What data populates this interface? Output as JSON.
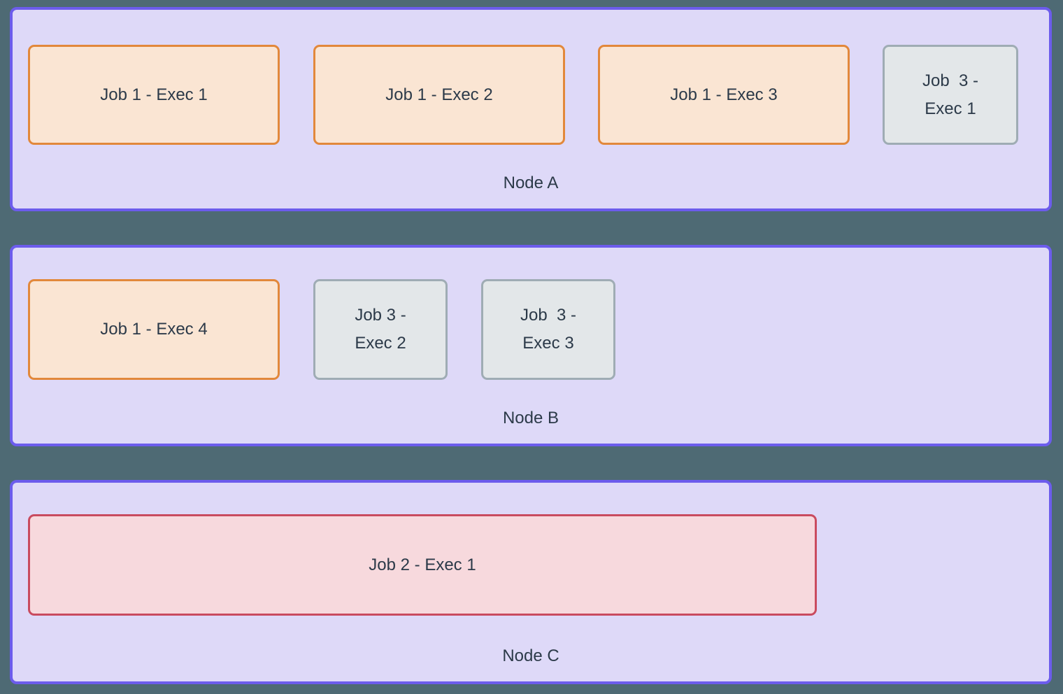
{
  "colors": {
    "page_background": "#4E6A74",
    "node_fill": "#DED9F8",
    "node_border": "#6C5CEC",
    "job1_fill": "#FAE5D3",
    "job1_border": "#E2883B",
    "job2_fill": "#F7D9DD",
    "job2_border": "#C94B5F",
    "job3_fill": "#E3E7E9",
    "job3_border": "#9FACB4",
    "text": "#2C3A49"
  },
  "nodes": [
    {
      "label": "Node A",
      "jobs": [
        {
          "label": "Job 1 - Exec 1",
          "type": "job1"
        },
        {
          "label": "Job 1 - Exec 2",
          "type": "job1"
        },
        {
          "label": "Job 1 - Exec 3",
          "type": "job1"
        },
        {
          "label": "Job  3 -\nExec 1",
          "type": "job3"
        }
      ]
    },
    {
      "label": "Node B",
      "jobs": [
        {
          "label": "Job 1 - Exec 4",
          "type": "job1"
        },
        {
          "label": "Job 3 -\nExec 2",
          "type": "job3"
        },
        {
          "label": "Job  3 -\nExec 3",
          "type": "job3"
        }
      ]
    },
    {
      "label": "Node C",
      "jobs": [
        {
          "label": "Job 2 - Exec 1",
          "type": "job2"
        }
      ]
    }
  ]
}
